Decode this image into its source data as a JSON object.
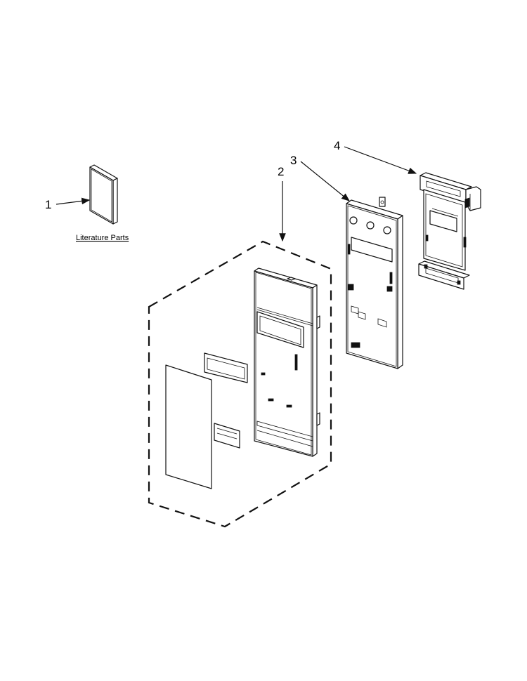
{
  "callouts": [
    {
      "id": "1",
      "label": "1"
    },
    {
      "id": "2",
      "label": "2"
    },
    {
      "id": "3",
      "label": "3"
    },
    {
      "id": "4",
      "label": "4"
    }
  ],
  "literature_caption": "Literature Parts",
  "colors": {
    "line": "#111111",
    "background": "#ffffff"
  }
}
